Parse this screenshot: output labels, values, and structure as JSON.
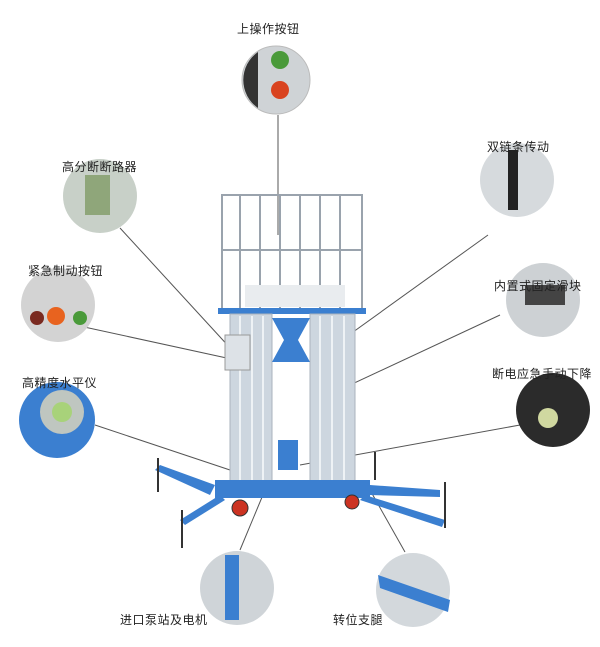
{
  "labels": {
    "top_button": "上操作按钮",
    "double_chain": "双链条传动",
    "circuit_breaker": "高分断断路器",
    "built_in_slider": "内置式固定滑块",
    "emergency_stop": "紧急制动按钮",
    "manual_descent": "断电应急手动下降",
    "level_gauge": "高精度水平仪",
    "pump_motor": "进口泵站及电机",
    "outrigger": "转位支腿"
  },
  "colors": {
    "blue": "#3b7fd0",
    "mast": "#c9d3dc",
    "leader": "#555555",
    "green_button": "#4a9a3a",
    "red_button": "#d9431f"
  }
}
